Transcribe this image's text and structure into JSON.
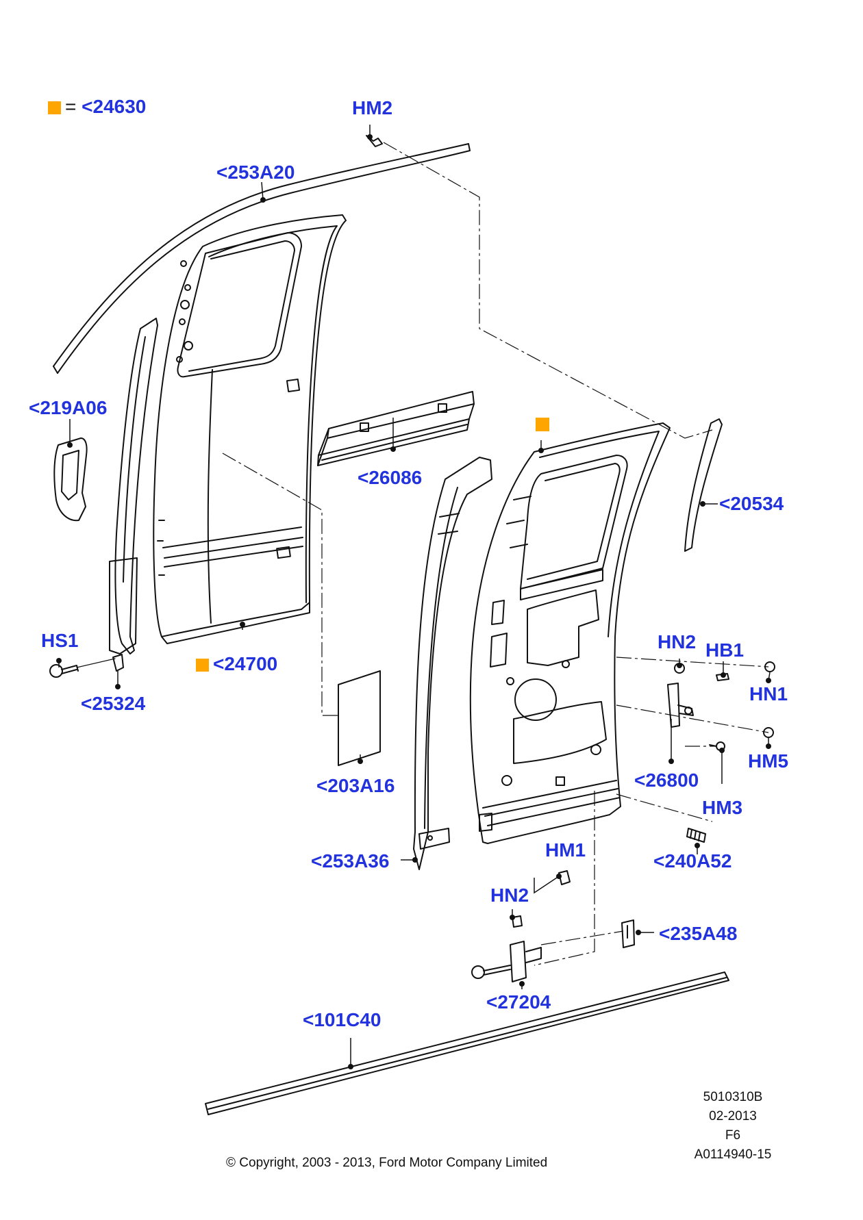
{
  "accent_color": "#ffa500",
  "label_color": "#2233dd",
  "legend": {
    "swatch_icon": "orange-square-icon",
    "equals": "=",
    "part": "<24630"
  },
  "labels": {
    "hm2_top": "HM2",
    "p253a20": "<253A20",
    "p219a06": "<219A06",
    "p26086": "<26086",
    "p20534": "<20534",
    "hs1": "HS1",
    "p24700": "<24700",
    "p25324": "<25324",
    "hn2_right": "HN2",
    "hb1": "HB1",
    "hn1": "HN1",
    "p26800": "<26800",
    "hm5": "HM5",
    "hm3": "HM3",
    "p203a16": "<203A16",
    "p253a36": "<253A36",
    "hm1": "HM1",
    "p240a52": "<240A52",
    "hn2_bottom": "HN2",
    "p235a48": "<235A48",
    "p27204": "<27204",
    "p101c40": "<101C40"
  },
  "meta": {
    "line1": "5010310B",
    "line2": "02-2013",
    "line3": "F6",
    "line4": "A0114940-15"
  },
  "copyright": "© Copyright, 2003 - 2013, Ford Motor Company Limited"
}
